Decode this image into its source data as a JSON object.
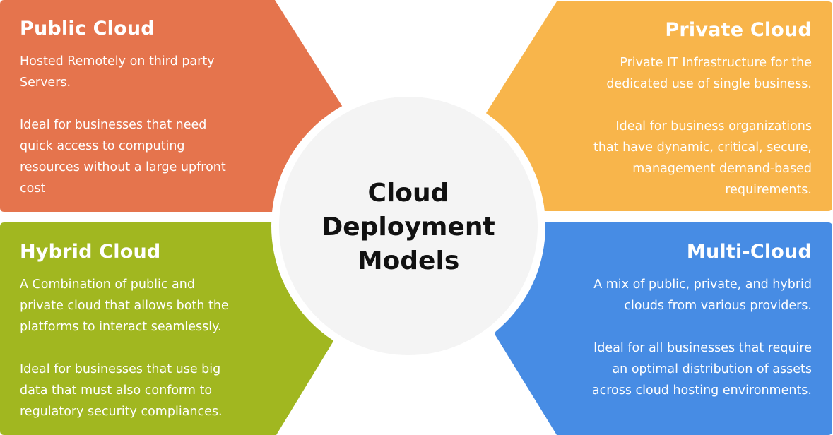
{
  "center": {
    "title_lines": [
      "Cloud",
      "Deployment",
      "Models"
    ]
  },
  "colors": {
    "public": "#E5744D",
    "private": "#F8B54B",
    "hybrid": "#A1B720",
    "multi": "#478CE4",
    "circle_fill": "#F4F4F4",
    "circle_ring": "#FFFFFF",
    "title_text": "#111111"
  },
  "panels": {
    "public": {
      "title": "Public Cloud",
      "lines1": [
        "Hosted Remotely on third party",
        "Servers."
      ],
      "lines2": [
        "Ideal for businesses that need",
        "quick access to computing",
        "resources without a large upfront",
        "cost"
      ]
    },
    "private": {
      "title": "Private Cloud",
      "lines1": [
        "Private IT Infrastructure for the",
        "dedicated use of single business."
      ],
      "lines2": [
        "Ideal for business organizations",
        "that have dynamic, critical, secure,",
        "management demand-based",
        "requirements."
      ]
    },
    "hybrid": {
      "title": "Hybrid Cloud",
      "lines1": [
        "A Combination of public and",
        "private cloud that allows both the",
        "platforms to interact seamlessly."
      ],
      "lines2": [
        "Ideal for businesses that use big",
        "data that must also conform to",
        "regulatory security compliances."
      ]
    },
    "multi": {
      "title": "Multi-Cloud",
      "lines1": [
        "A mix of public, private, and hybrid",
        "clouds from various providers."
      ],
      "lines2": [
        "Ideal for all businesses that require",
        "an optimal distribution of assets",
        "across cloud hosting environments."
      ]
    }
  }
}
